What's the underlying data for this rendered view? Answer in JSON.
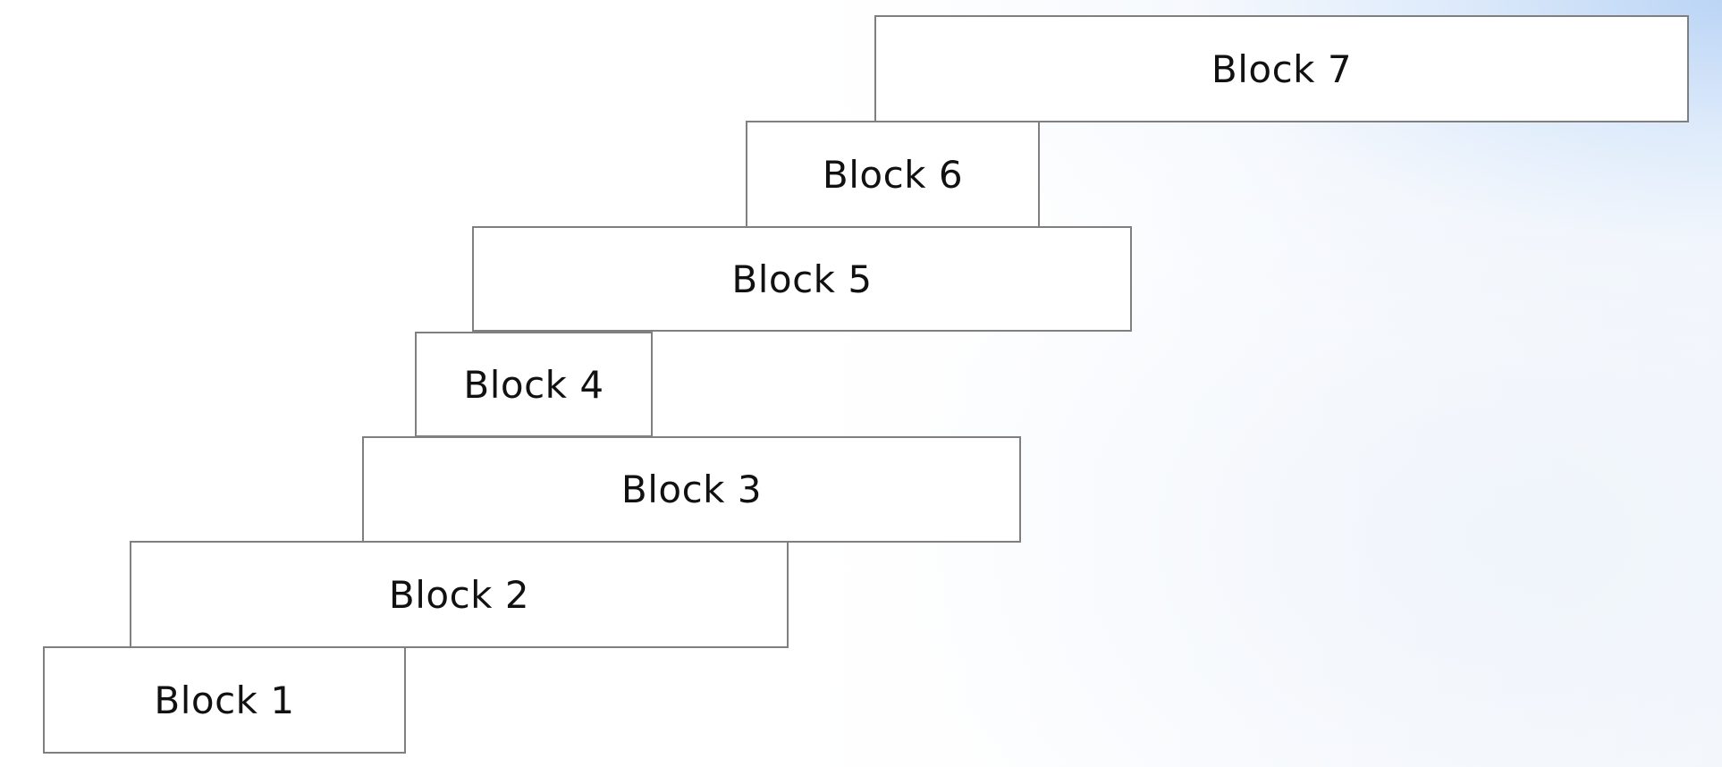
{
  "blocks": [
    {
      "label": "Block 1"
    },
    {
      "label": "Block 2"
    },
    {
      "label": "Block 3"
    },
    {
      "label": "Block 4"
    },
    {
      "label": "Block 5"
    },
    {
      "label": "Block 6"
    },
    {
      "label": "Block 7"
    }
  ]
}
